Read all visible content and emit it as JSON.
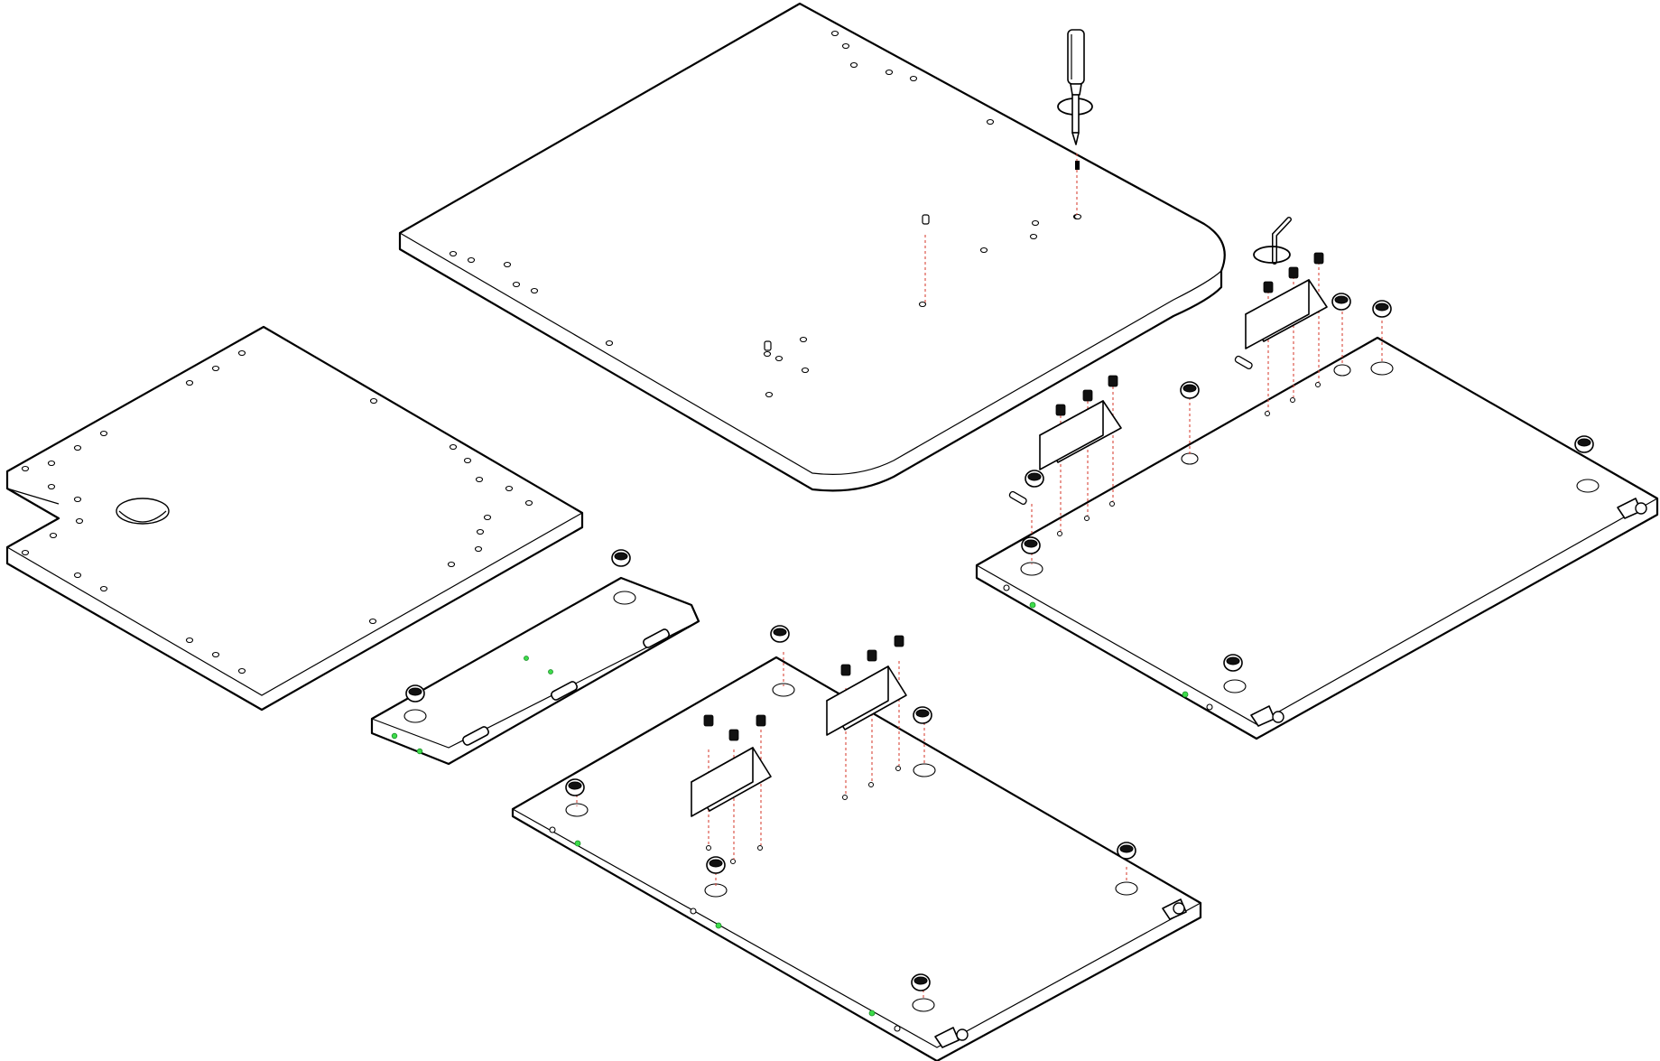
{
  "diagram": {
    "type": "exploded-isometric-assembly",
    "parts": [
      {
        "id": "desktop-panel",
        "label": "",
        "features": [
          "rounded-corner",
          "drilled-holes",
          "dowel-pins"
        ]
      },
      {
        "id": "side-panel-cutout",
        "label": "",
        "features": [
          "cable-grommet-hole",
          "drilled-holes"
        ]
      },
      {
        "id": "crossbar",
        "label": "",
        "features": [
          "cam-locks",
          "cam-bolts"
        ]
      },
      {
        "id": "lower-panel-left",
        "label": "",
        "features": [
          "cam-locks",
          "angle-brackets",
          "screws"
        ]
      },
      {
        "id": "lower-panel-right",
        "label": "",
        "features": [
          "cam-locks",
          "angle-brackets",
          "screws"
        ]
      }
    ],
    "tools": [
      "screwdriver-icon",
      "allen-key-icon"
    ],
    "colors": {
      "line": "#000000",
      "guide": "#d9483b",
      "marker": "#3ddc4a",
      "background": "#ffffff"
    }
  }
}
